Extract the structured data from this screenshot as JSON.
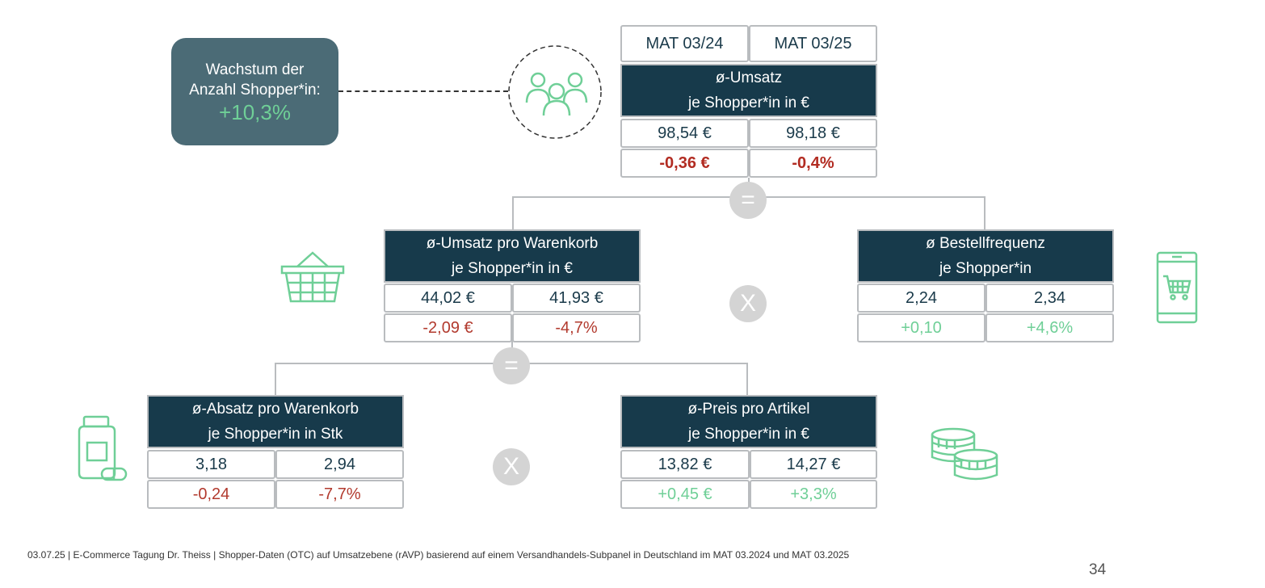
{
  "callout": {
    "line1": "Wachstum der",
    "line2": "Anzahl Shopper*in:",
    "value": "+10,3%"
  },
  "columns": {
    "mat1": "MAT 03/24",
    "mat2": "MAT 03/25"
  },
  "umsatz": {
    "title1": "ø-Umsatz",
    "title2": "je Shopper*in in €",
    "v1": "98,54 €",
    "v2": "98,18 €",
    "d1": "-0,36 €",
    "d2": "-0,4%"
  },
  "warenkorb": {
    "title1": "ø-Umsatz pro Warenkorb",
    "title2": "je Shopper*in in €",
    "v1": "44,02 €",
    "v2": "41,93 €",
    "d1": "-2,09 €",
    "d2": "-4,7%"
  },
  "frequenz": {
    "title1": "ø Bestellfrequenz",
    "title2": "je Shopper*in",
    "v1": "2,24",
    "v2": "2,34",
    "d1": "+0,10",
    "d2": "+4,6%"
  },
  "absatz": {
    "title1": "ø-Absatz pro Warenkorb",
    "title2": "je Shopper*in in Stk",
    "v1": "3,18",
    "v2": "2,94",
    "d1": "-0,24",
    "d2": "-7,7%"
  },
  "preis": {
    "title1": "ø-Preis pro Artikel",
    "title2": "je Shopper*in in €",
    "v1": "13,82 €",
    "v2": "14,27 €",
    "d1": "+0,45 €",
    "d2": "+3,3%"
  },
  "operators": {
    "equals": "=",
    "times": "X"
  },
  "footer": {
    "text": "03.07.25 | E-Commerce Tagung Dr. Theiss | Shopper-Daten (OTC) auf Umsatzebene (rAVP) basierend auf einem Versandhandels-Subpanel in Deutschland im MAT 03.2024 und MAT 03.2025",
    "page": "34"
  },
  "colors": {
    "dark": "#173a4b",
    "green": "#6fcf97",
    "red": "#b23a2e",
    "grey": "#b9bcbf"
  },
  "icons": [
    "shoppers-icon",
    "basket-icon",
    "mobile-cart-icon",
    "pill-bottle-icon",
    "coins-icon"
  ]
}
